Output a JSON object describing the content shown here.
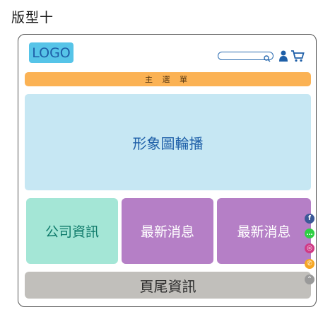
{
  "page": {
    "title": "版型十"
  },
  "header": {
    "logo_text": "LOGO",
    "search": {
      "placeholder": ""
    },
    "user_icon": "user-icon",
    "cart_icon": "cart-icon"
  },
  "nav": {
    "label": "主 選 單"
  },
  "banner": {
    "label": "形象圖輪播"
  },
  "blocks": [
    {
      "label": "公司資訊"
    },
    {
      "label": "最新消息"
    },
    {
      "label": "最新消息"
    }
  ],
  "footer": {
    "label": "頁尾資訊"
  },
  "social": [
    {
      "icon": "facebook-icon",
      "glyph": "f",
      "color": "#3b5998"
    },
    {
      "icon": "line-icon",
      "glyph": "…",
      "color": "#2fcf44"
    },
    {
      "icon": "instagram-icon",
      "glyph": "◎",
      "color": "#d03a86"
    },
    {
      "icon": "phone-icon",
      "glyph": "✆",
      "color": "#f5a623"
    },
    {
      "icon": "scroll-top-icon",
      "glyph": "⌃",
      "color": "#9a9a9a"
    }
  ]
}
